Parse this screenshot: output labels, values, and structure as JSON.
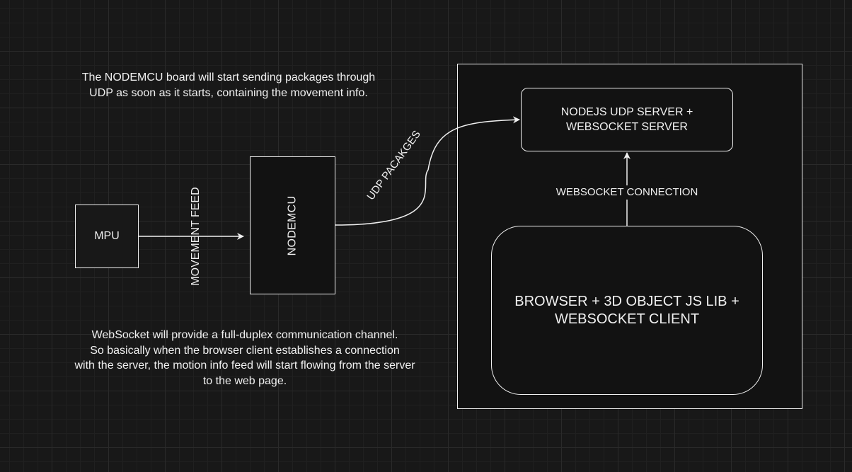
{
  "nodes": {
    "mpu": "MPU",
    "nodemcu": "NODEMCU",
    "server_line1": "NODEJS UDP SERVER +",
    "server_line2": "WEBSOCKET SERVER",
    "browser_line1": "BROWSER + 3D OBJECT JS LIB +",
    "browser_line2": "WEBSOCKET CLIENT"
  },
  "edges": {
    "movement_feed": "MOVEMENT FEED",
    "udp_packages": "UDP PACAKGES",
    "websocket_connection": "WEBSOCKET CONNECTION"
  },
  "notes": {
    "top_line1": "The NODEMCU board will start sending packages through",
    "top_line2": "UDP as soon as it starts, containing the movement info.",
    "bottom_line1": "WebSocket will provide a full-duplex communication channel.",
    "bottom_line2": "So basically when the browser client establishes a connection",
    "bottom_line3": "with the server, the motion info feed will start flowing from the server",
    "bottom_line4": "to the web page."
  },
  "colors": {
    "background": "#181818",
    "stroke": "#f0f0f0",
    "text": "#f0f0f0"
  }
}
